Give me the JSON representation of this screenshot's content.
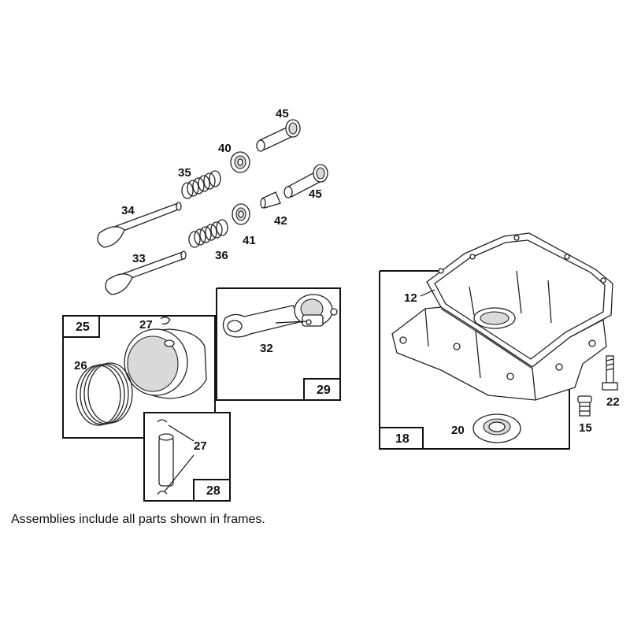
{
  "labels": {
    "p45a": "45",
    "p40": "40",
    "p35": "35",
    "p45b": "45",
    "p34": "34",
    "p42": "42",
    "p41": "41",
    "p33": "33",
    "p36": "36",
    "p12": "12",
    "p27a": "27",
    "p26": "26",
    "p32": "32",
    "p27b": "27",
    "p22": "22",
    "p20": "20",
    "p15": "15"
  },
  "frames": {
    "f25": "25",
    "f29": "29",
    "f28": "28",
    "f18": "18"
  },
  "footnote": "Assemblies include all parts shown in frames.",
  "colors": {
    "line": "#222222",
    "shade": "#d9d9d9",
    "background": "#ffffff"
  }
}
